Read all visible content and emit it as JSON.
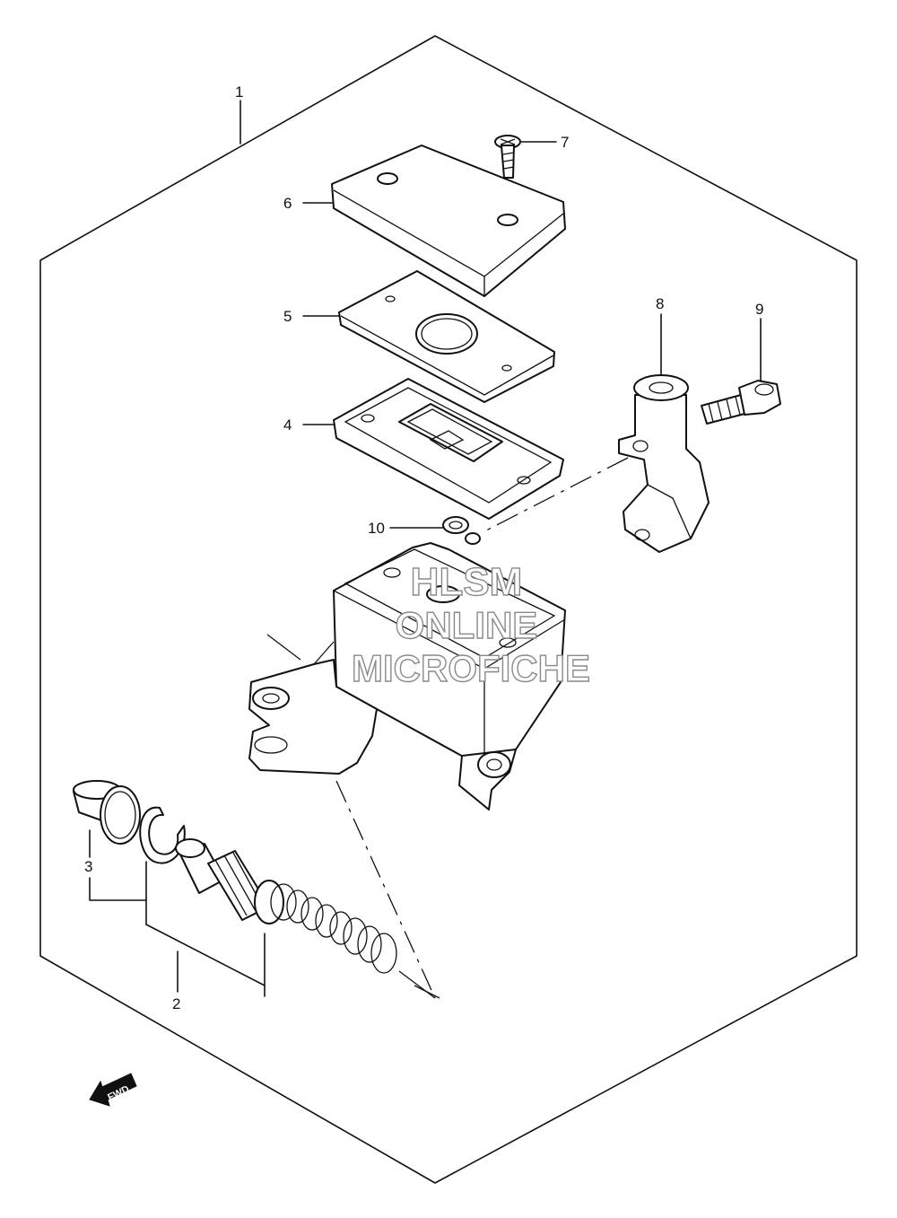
{
  "diagram": {
    "callouts": [
      {
        "id": "c1",
        "text": "1"
      },
      {
        "id": "c2",
        "text": "2"
      },
      {
        "id": "c3",
        "text": "3"
      },
      {
        "id": "c4",
        "text": "4"
      },
      {
        "id": "c5",
        "text": "5"
      },
      {
        "id": "c6",
        "text": "6"
      },
      {
        "id": "c7",
        "text": "7"
      },
      {
        "id": "c8",
        "text": "8"
      },
      {
        "id": "c9",
        "text": "9"
      },
      {
        "id": "c10",
        "text": "10"
      }
    ],
    "watermark": {
      "line1": "HLSM",
      "line2": "ONLINE",
      "line3": "MICROFICHE"
    },
    "direction_marker": {
      "label": "FWD",
      "icon": "forward-arrow-icon"
    }
  }
}
